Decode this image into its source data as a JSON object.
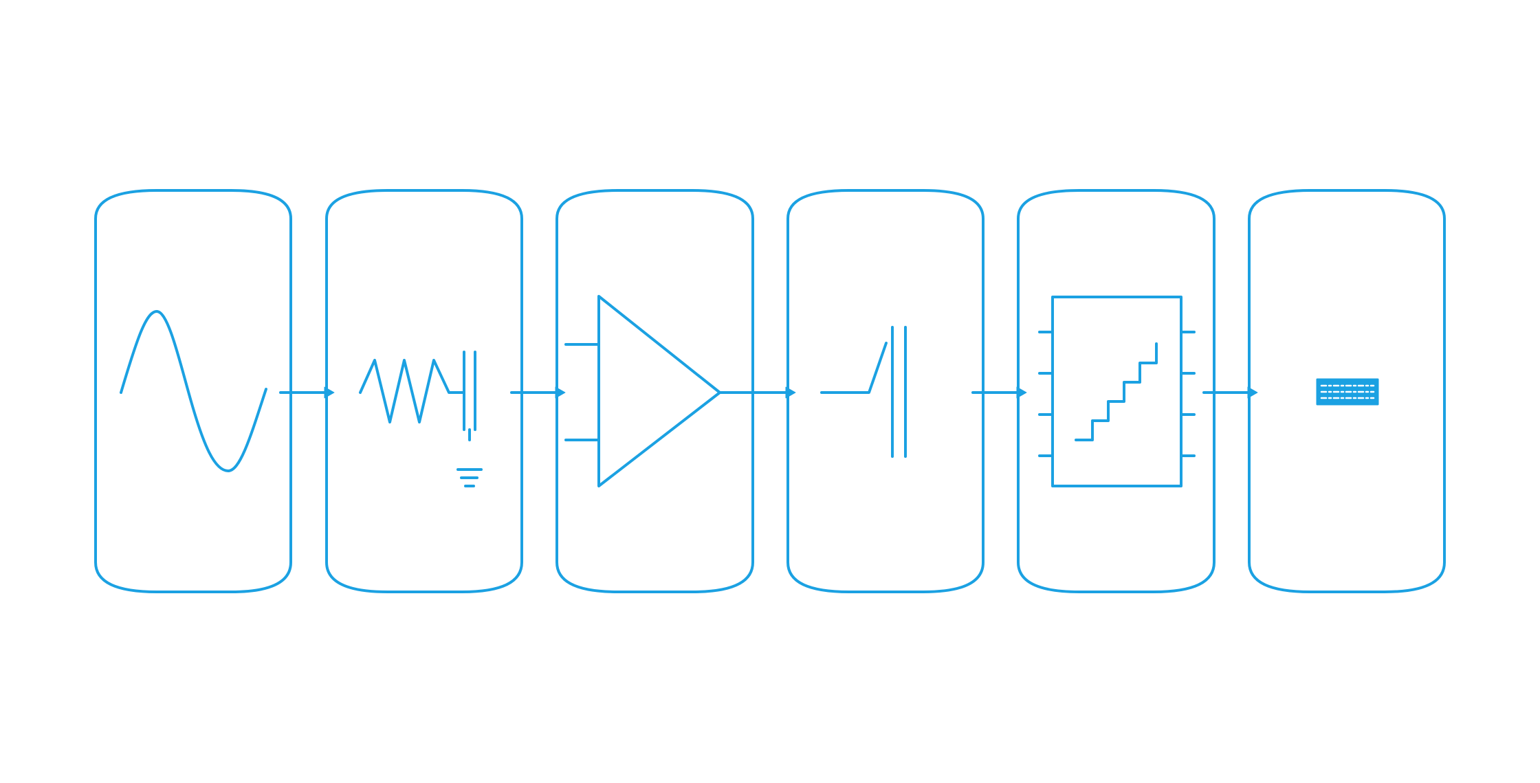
{
  "diagram": {
    "stroke_color": "#1ba1e2",
    "background": "#ffffff",
    "flow": "left-to-right",
    "stages": [
      {
        "icon": "sine-wave-source-icon"
      },
      {
        "icon": "rc-low-pass-filter-icon"
      },
      {
        "icon": "amplifier-triangle-icon"
      },
      {
        "icon": "sample-hold-switch-icon"
      },
      {
        "icon": "adc-staircase-icon"
      },
      {
        "icon": "digital-output-register-icon"
      }
    ],
    "connectors": [
      {
        "from": 0,
        "to": 1
      },
      {
        "from": 1,
        "to": 2
      },
      {
        "from": 2,
        "to": 3
      },
      {
        "from": 3,
        "to": 4
      },
      {
        "from": 4,
        "to": 5
      }
    ]
  }
}
